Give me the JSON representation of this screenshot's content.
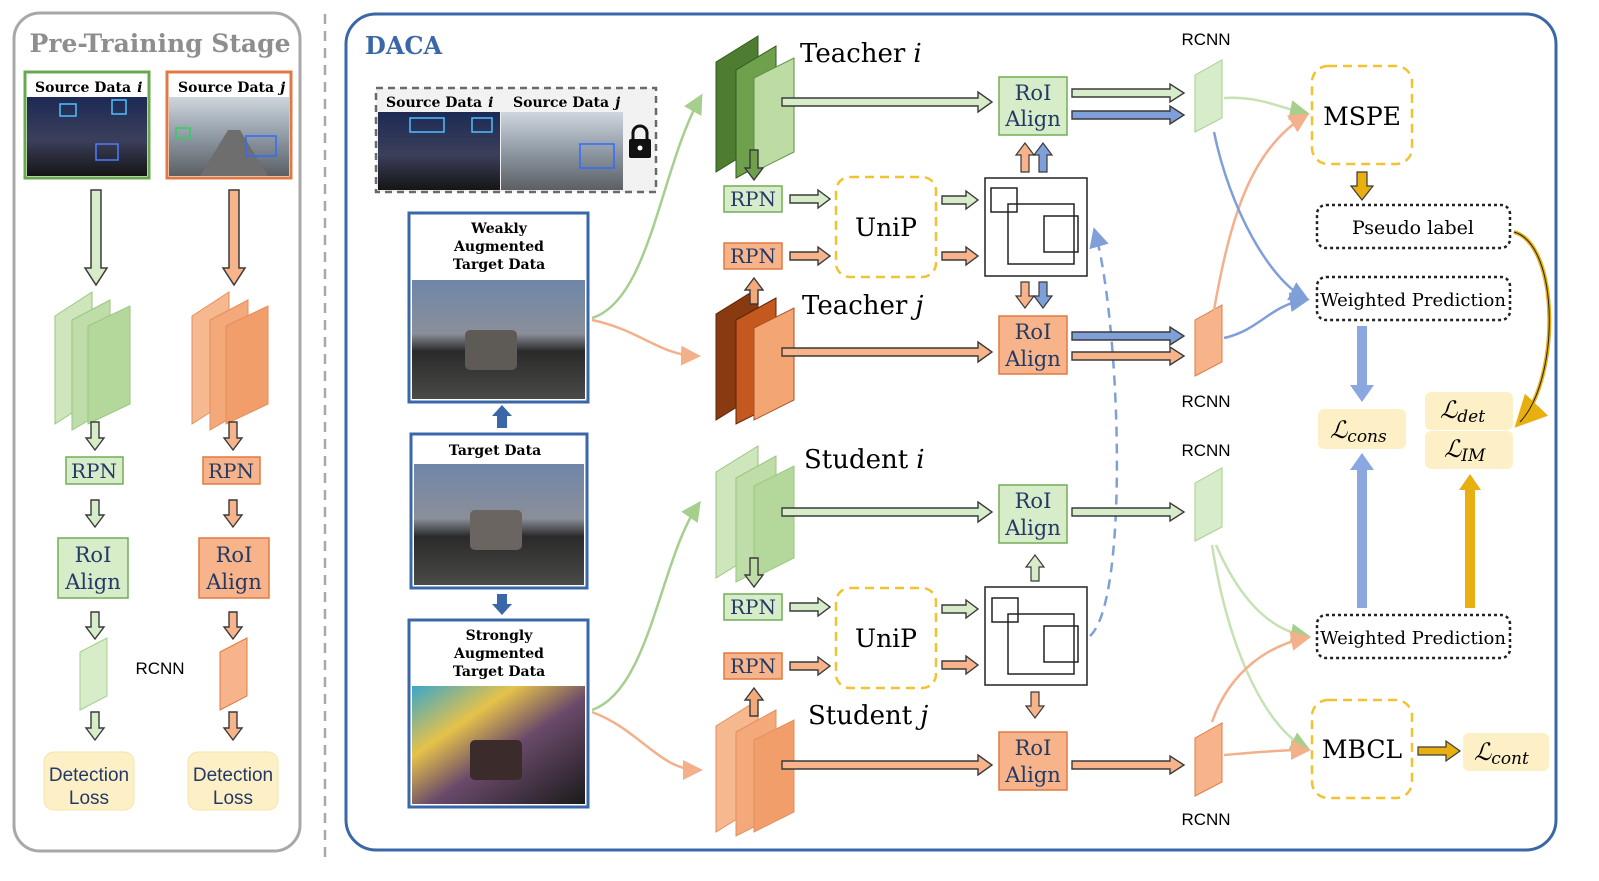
{
  "colors": {
    "green_fill": "#d7ecc9",
    "green_border": "#74ad57",
    "green_dark": "#4a7a2e",
    "orange_fill": "#f7b48a",
    "orange_border": "#e07a45",
    "orange_dark": "#8a3a10",
    "yellow_fill": "#fdf0c7",
    "yellow_dash": "#f2c230",
    "blue_frame": "#3a67a8",
    "blue_arrow": "#7f9fd8",
    "gold_arrow": "#e9ae10",
    "gray_border": "#9a9a9a"
  },
  "pretraining": {
    "title": "Pre-Training Stage",
    "source_i": "Source Data",
    "source_i_var": "i",
    "source_j": "Source Data",
    "source_j_var": "j",
    "rpn": "RPN",
    "roi_line1": "RoI",
    "roi_line2": "Align",
    "rcnn": "RCNN",
    "loss_line1": "Detection",
    "loss_line2": "Loss"
  },
  "daca": {
    "title": "DACA",
    "source_i": "Source Data",
    "source_i_var": "i",
    "source_j": "Source Data",
    "source_j_var": "j",
    "weak_line1": "Weakly",
    "weak_line2": "Augmented",
    "weak_line3": "Target Data",
    "target": "Target Data",
    "strong_line1": "Strongly",
    "strong_line2": "Augmented",
    "strong_line3": "Target Data",
    "teacher_i": "Teacher",
    "teacher_j": "Teacher",
    "student_i": "Student",
    "student_j": "Student",
    "var_i": "i",
    "var_j": "j",
    "rpn": "RPN",
    "unip": "UniP",
    "roi_line1": "RoI",
    "roi_line2": "Align",
    "rcnn": "RCNN",
    "mspe": "MSPE",
    "pseudo_label": "Pseudo label",
    "weighted_prediction": "Weighted Prediction",
    "mbcl": "MBCL",
    "loss_symbol": "ℒ",
    "loss_cons": "cons",
    "loss_det": "det",
    "loss_im": "IM",
    "loss_cont": "cont"
  }
}
